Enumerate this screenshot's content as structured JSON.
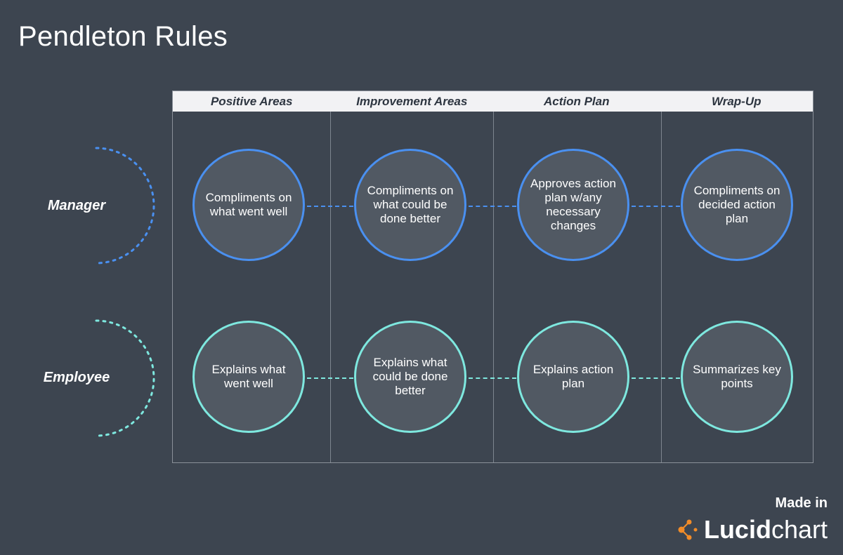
{
  "title": "Pendleton Rules",
  "columns": [
    "Positive Areas",
    "Improvement Areas",
    "Action Plan",
    "Wrap-Up"
  ],
  "rows": [
    {
      "label": "Manager",
      "color": "#4a90f0",
      "steps": [
        "Compliments on what went well",
        "Compliments on what could be done better",
        "Approves action plan w/any necessary changes",
        "Compliments on decided action plan"
      ]
    },
    {
      "label": "Employee",
      "color": "#7ee8df",
      "steps": [
        "Explains what went well",
        "Explains what could be done better",
        "Explains action plan",
        "Summarizes key points"
      ]
    }
  ],
  "footer": {
    "made_in": "Made in",
    "brand_bold": "Lucid",
    "brand_regular": "chart",
    "logo_icon": "lucidchart-logo-icon",
    "logo_color": "#f28c28"
  }
}
